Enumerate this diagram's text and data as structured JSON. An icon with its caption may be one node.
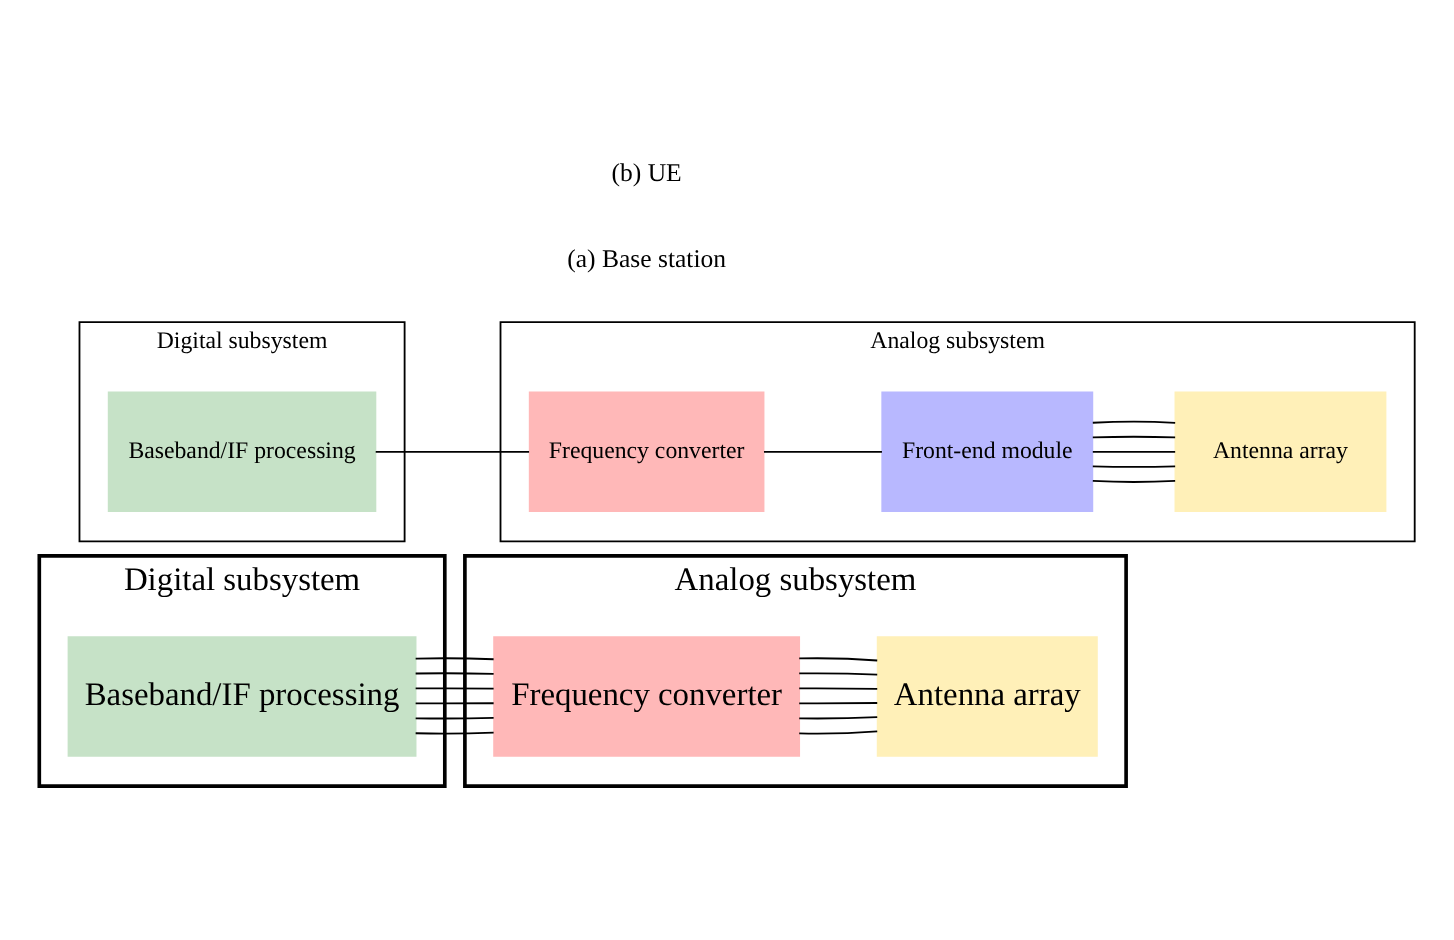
{
  "diagram": {
    "nodes": [
      {
        "text": [
          "Digital subsystem"
        ]
      },
      {
        "text": [
          "Baseband/IF processing"
        ],
        "in": 0
      },
      {
        "text": [
          "Analog subsystem"
        ]
      },
      {
        "text": [
          "Frequency converter"
        ],
        "in": 2
      },
      {
        "text": [
          "Antenna array"
        ],
        "in": 2
      },
      {
        "text": [
          "Digital subsystem"
        ]
      },
      {
        "text": [
          "Baseband/IF processing"
        ],
        "in": 5
      },
      {
        "text": [
          "Analog subsystem"
        ]
      },
      {
        "text": [
          "Frequency converter"
        ],
        "in": 7
      },
      {
        "text": [
          "Front-end module"
        ],
        "in": 7
      },
      {
        "text": [
          "Antenna array"
        ],
        "in": 7
      }
    ],
    "edges": [
      {
        "from": 1,
        "to": 3,
        "arrow": "none"
      },
      {
        "from": 1,
        "to": 3,
        "arrow": "none"
      },
      {
        "from": 1,
        "to": 3,
        "arrow": "none"
      },
      {
        "from": 1,
        "to": 3,
        "arrow": "none"
      },
      {
        "from": 1,
        "to": 3,
        "arrow": "none"
      },
      {
        "from": 1,
        "to": 3,
        "arrow": "none"
      },
      {
        "from": 3,
        "to": 4,
        "arrow": "none"
      },
      {
        "from": 3,
        "to": 4,
        "arrow": "none"
      },
      {
        "from": 3,
        "to": 4,
        "arrow": "none"
      },
      {
        "from": 3,
        "to": 4,
        "arrow": "none"
      },
      {
        "from": 3,
        "to": 4,
        "arrow": "none"
      },
      {
        "from": 3,
        "to": 4,
        "arrow": "none"
      },
      {
        "from": 6,
        "to": 8,
        "arrow": "none"
      },
      {
        "from": 8,
        "to": 9,
        "arrow": "none"
      },
      {
        "from": 9,
        "to": 10,
        "arrow": "none"
      },
      {
        "from": 9,
        "to": 10,
        "arrow": "none"
      },
      {
        "from": 9,
        "to": 10,
        "arrow": "none"
      },
      {
        "from": 9,
        "to": 10,
        "arrow": "none"
      },
      {
        "from": 9,
        "to": 10,
        "arrow": "none"
      }
    ],
    "labels": [
      "(a) Base station",
      "(b) UE"
    ]
  }
}
